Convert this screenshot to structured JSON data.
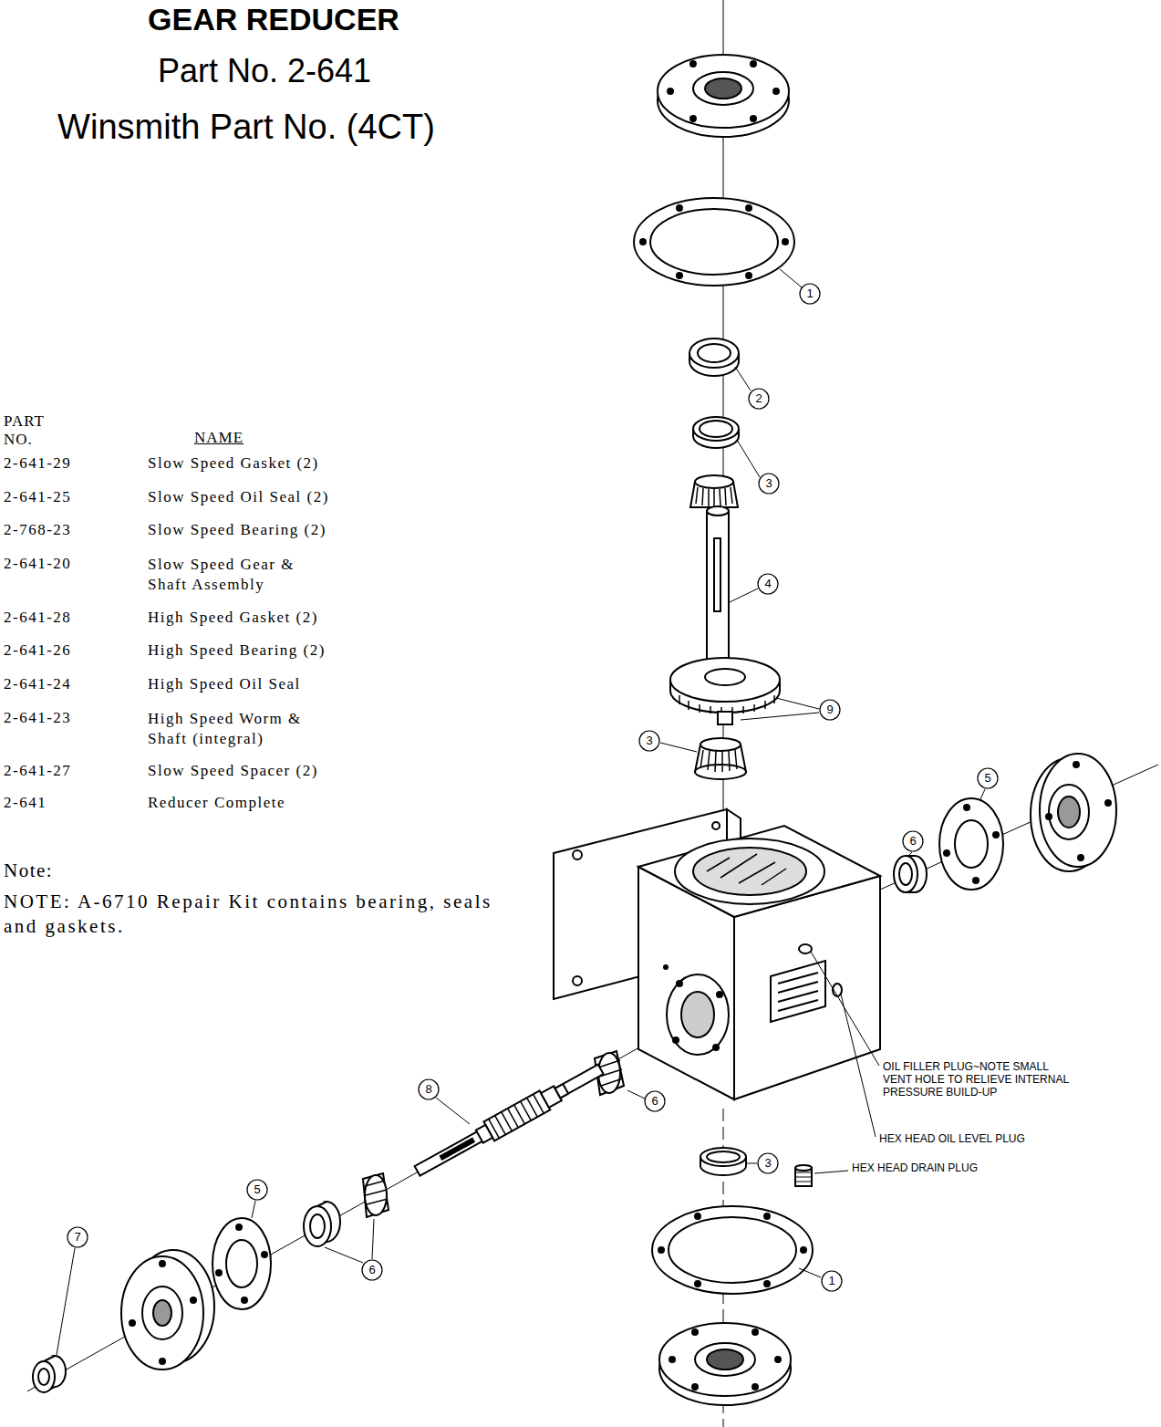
{
  "diagram": {
    "title": "GEAR REDUCER",
    "labels": [
      "Part No. 2-641",
      "Winsmith Part No. (4CT)",
      "PART NO.",
      "NAME",
      "2-641-29",
      "2-641-25",
      "2-768-23",
      "2-641-20",
      "2-641-28",
      "2-641-26",
      "2-641-24",
      "2-641-23",
      "2-641-27",
      "2-641",
      "Slow Speed Gasket (2)",
      "Slow Speed Oil Seal (2)",
      "Slow Speed Bearing (2)",
      "Slow Speed Gear & Shaft Assembly",
      "High Speed Gasket (2)",
      "High Speed Bearing (2)",
      "High Speed Oil Seal",
      "High Speed Worm & Shaft (integral)",
      "Slow Speed Spacer (2)",
      "Reducer Complete",
      "Note:",
      "NOTE: A-6710 Repair Kit contains bearing, seals and gaskets.",
      "1",
      "2",
      "3",
      "4",
      "9",
      "3",
      "5",
      "6",
      "6",
      "8",
      "3",
      "1",
      "5",
      "6",
      "7",
      "OIL FILLER PLUG~NOTE SMALL VENT HOLE TO RELIEVE INTERNAL PRESSURE BUILD-UP",
      "HEX HEAD OIL LEVEL PLUG",
      "HEX HEAD DRAIN PLUG"
    ]
  }
}
